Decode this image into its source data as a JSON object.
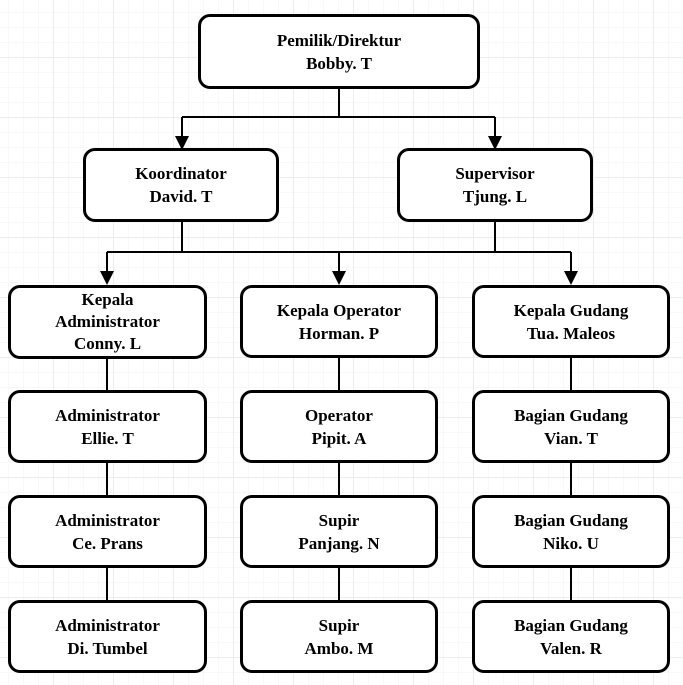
{
  "diagram": {
    "type": "org-chart",
    "colors": {
      "node_border": "#000000",
      "node_fill": "#ffffff",
      "connector": "#000000",
      "grid_major": "#ececec",
      "grid_minor": "#f8f8f8"
    },
    "nodes": {
      "pemilik": {
        "role": "Pemilik/Direktur",
        "person": "Bobby. T",
        "lines": [
          "Pemilik/Direktur",
          "Bobby. T"
        ]
      },
      "koordinator": {
        "role": "Koordinator",
        "person": "David. T",
        "lines": [
          "Koordinator",
          "David. T"
        ]
      },
      "supervisor": {
        "role": "Supervisor",
        "person": "Tjung. L",
        "lines": [
          "Supervisor",
          "Tjung. L"
        ]
      },
      "kepala_administrator": {
        "role": "Kepala Administrator",
        "person": "Conny. L",
        "lines": [
          "Kepala",
          "Administrator",
          "Conny. L"
        ]
      },
      "kepala_operator": {
        "role": "Kepala Operator",
        "person": "Horman. P",
        "lines": [
          "Kepala Operator",
          "Horman. P"
        ]
      },
      "kepala_gudang": {
        "role": "Kepala Gudang",
        "person": "Tua. Maleos",
        "lines": [
          "Kepala Gudang",
          "Tua. Maleos"
        ]
      },
      "administrator_1": {
        "role": "Administrator",
        "person": "Ellie. T",
        "lines": [
          "Administrator",
          "Ellie. T"
        ]
      },
      "operator": {
        "role": "Operator",
        "person": "Pipit. A",
        "lines": [
          "Operator",
          "Pipit. A"
        ]
      },
      "bagian_gudang_1": {
        "role": "Bagian Gudang",
        "person": "Vian. T",
        "lines": [
          "Bagian Gudang",
          "Vian. T"
        ]
      },
      "administrator_2": {
        "role": "Administrator",
        "person": "Ce. Prans",
        "lines": [
          "Administrator",
          "Ce. Prans"
        ]
      },
      "supir_1": {
        "role": "Supir",
        "person": "Panjang. N",
        "lines": [
          "Supir",
          "Panjang. N"
        ]
      },
      "bagian_gudang_2": {
        "role": "Bagian Gudang",
        "person": "Niko. U",
        "lines": [
          "Bagian Gudang",
          "Niko. U"
        ]
      },
      "administrator_3": {
        "role": "Administrator",
        "person": "Di. Tumbel",
        "lines": [
          "Administrator",
          "Di. Tumbel"
        ]
      },
      "supir_2": {
        "role": "Supir",
        "person": "Ambo. M",
        "lines": [
          "Supir",
          "Ambo. M"
        ]
      },
      "bagian_gudang_3": {
        "role": "Bagian Gudang",
        "person": "Valen. R",
        "lines": [
          "Bagian Gudang",
          "Valen. R"
        ]
      }
    },
    "edges": [
      {
        "from": "pemilik",
        "to": "koordinator",
        "arrow": true
      },
      {
        "from": "pemilik",
        "to": "supervisor",
        "arrow": true
      },
      {
        "from": "koordinator",
        "to": "kepala_administrator",
        "arrow": true
      },
      {
        "from": "koordinator",
        "to": "kepala_operator",
        "arrow": true
      },
      {
        "from": "supervisor",
        "to": "kepala_operator",
        "arrow": true
      },
      {
        "from": "supervisor",
        "to": "kepala_gudang",
        "arrow": true
      },
      {
        "from": "kepala_administrator",
        "to": "administrator_1",
        "arrow": false
      },
      {
        "from": "administrator_1",
        "to": "administrator_2",
        "arrow": false
      },
      {
        "from": "administrator_2",
        "to": "administrator_3",
        "arrow": false
      },
      {
        "from": "kepala_operator",
        "to": "operator",
        "arrow": false
      },
      {
        "from": "operator",
        "to": "supir_1",
        "arrow": false
      },
      {
        "from": "supir_1",
        "to": "supir_2",
        "arrow": false
      },
      {
        "from": "kepala_gudang",
        "to": "bagian_gudang_1",
        "arrow": false
      },
      {
        "from": "bagian_gudang_1",
        "to": "bagian_gudang_2",
        "arrow": false
      },
      {
        "from": "bagian_gudang_2",
        "to": "bagian_gudang_3",
        "arrow": false
      }
    ]
  }
}
